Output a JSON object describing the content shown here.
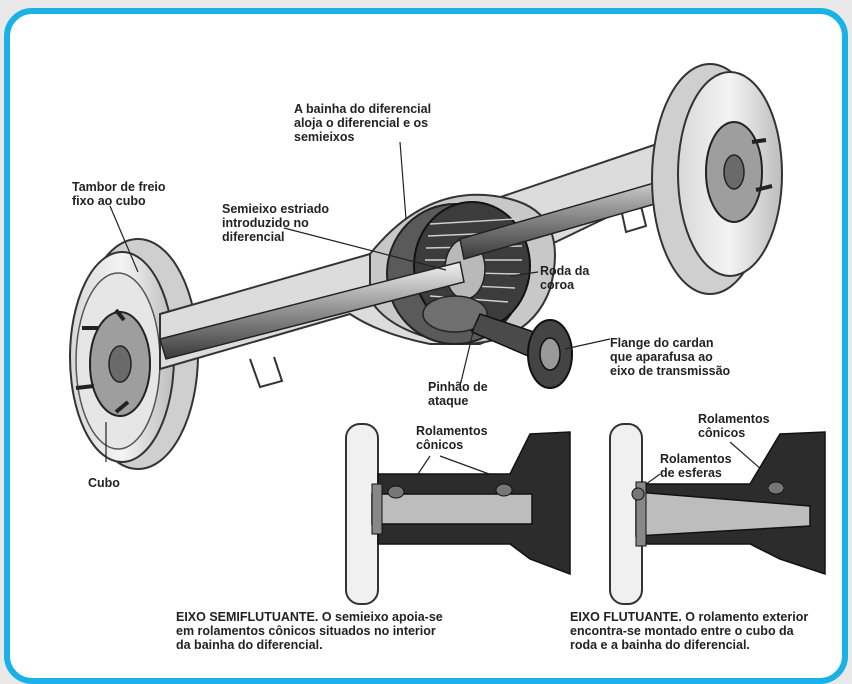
{
  "colors": {
    "frame_border": "#1ab1e6",
    "background": "#ffffff",
    "page": "#e9e9ea",
    "text": "#222222"
  },
  "labels": {
    "bainha": "A bainha do diferencial\naloja o diferencial e os\nsemieixos",
    "tambor": "Tambor de freio\nfixo ao cubo",
    "semieixo": "Semieixo estriado\nintroduzido no\ndiferencial",
    "roda_coroa": "Roda da\ncoroa",
    "flange": "Flange do cardan\nque aparafusa ao\neixo de transmissão",
    "pinhao": "Pinhão de\nataque",
    "cubo": "Cubo",
    "rolamentos_conicos_left": "Rolamentos\ncônicos",
    "rolamentos_conicos_right": "Rolamentos\ncônicos",
    "rolamentos_esferas": "Rolamentos\nde esferas"
  },
  "captions": {
    "semiflutuante": "EIXO SEMIFLUTUANTE. O semieixo apoia-se\nem rolamentos cônicos situados no interior\nda bainha do diferencial.",
    "flutuante": "EIXO FLUTUANTE. O rolamento exterior\nencontra-se montado entre o cubo da\nroda e a bainha do diferencial."
  }
}
